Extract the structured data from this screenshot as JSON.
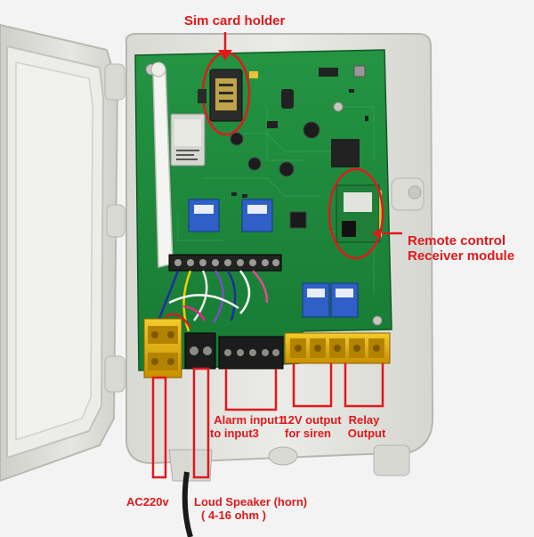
{
  "annotations": {
    "sim_card_holder": "Sim card holder",
    "remote_control": "Remote control",
    "receiver_module": "Receiver module",
    "alarm_input_line1": "Alarm input1",
    "alarm_input_line2": "to input3",
    "siren_line1": "12V output",
    "siren_line2": "for siren",
    "relay_line1": "Relay",
    "relay_line2": "Output",
    "ac_power": "AC220v",
    "speaker_line1": "Loud Speaker (horn)",
    "speaker_line2": "( 4-16 ohm )"
  },
  "colors": {
    "annotation": "#e0191b",
    "pcb": "#1f8a3c",
    "enclosure": "#e4e4e0",
    "relay": "#2f5fc7",
    "terminal_yellow": "#e8b400"
  },
  "icons": [
    "arrow-down-icon",
    "arrow-left-icon"
  ]
}
